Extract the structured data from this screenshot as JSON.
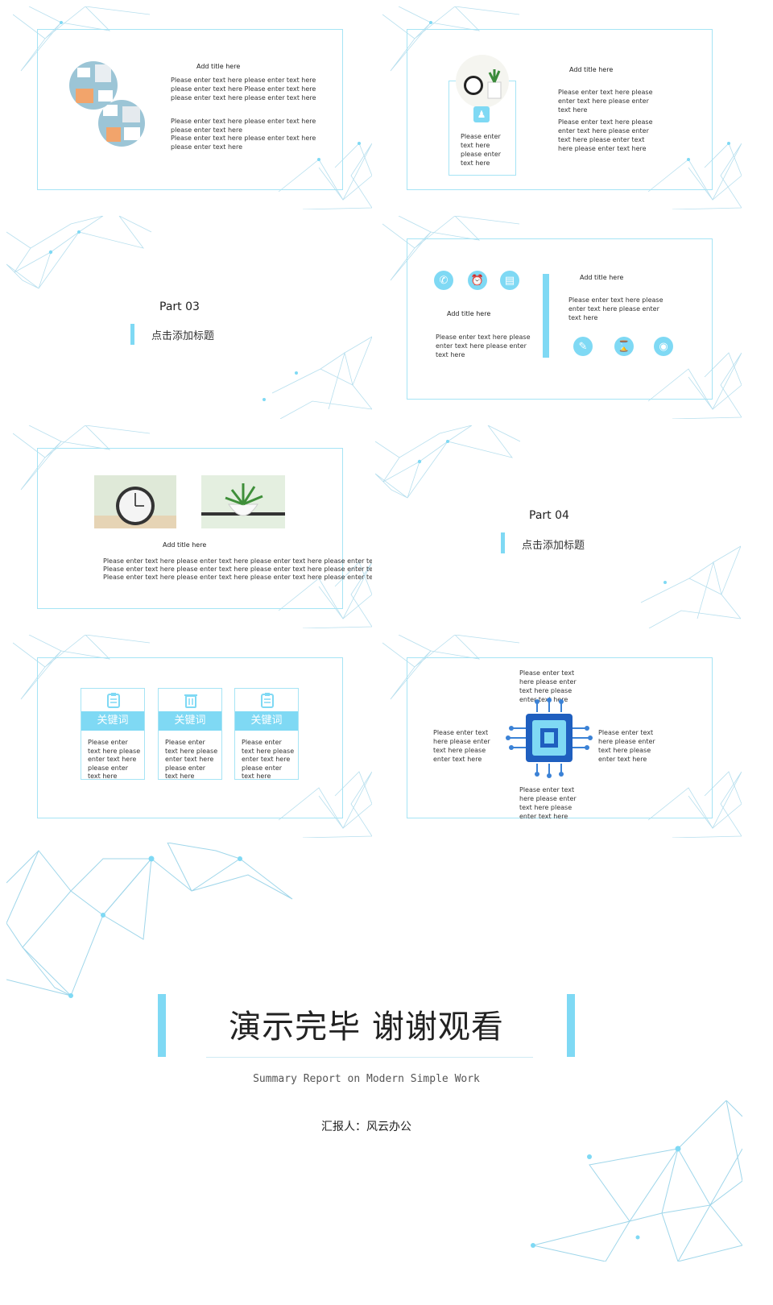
{
  "slide1": {
    "title": "Add  title  here",
    "para1": "Please enter text here please enter text here please enter text here Please enter text here please enter text here please enter text here",
    "para2": "Please enter text here please enter text here please enter text here",
    "para3": "Please enter text here please enter text here please enter text here"
  },
  "slide2": {
    "title": "Add  title  here",
    "card_text": "Please enter text here please enter text here",
    "para1": "Please enter text here please enter text here please enter text here",
    "para2": "Please enter text here please enter text here please enter text here please enter text here please enter text here"
  },
  "slide3": {
    "part": "Part 03",
    "subtitle": "点击添加标题"
  },
  "slide4": {
    "left_title": "Add  title  here",
    "left_text": "Please enter text here please enter text here please enter text here",
    "right_title": "Add  title  here",
    "right_text": "Please enter text here please enter text here please enter text here",
    "top_icons": [
      "whatsapp-icon",
      "alarm-icon",
      "document-icon"
    ],
    "bottom_icons": [
      "pencil-icon",
      "hourglass-icon",
      "unlock-icon"
    ]
  },
  "slide5": {
    "title": "Add  title  here",
    "lines": [
      "Please enter text here please enter text here please enter text here please enter text here",
      "Please enter text here please enter text here please enter text here please enter text here",
      "Please enter text here please enter text here please enter text here please enter text here"
    ]
  },
  "slide6": {
    "part": "Part 04",
    "subtitle": "点击添加标题"
  },
  "slide7": {
    "cards": [
      {
        "label": "关键词",
        "text": "Please enter text here please enter text here please enter text here",
        "icon": "clipboard-icon"
      },
      {
        "label": "关键词",
        "text": "Please enter text here please enter text here please enter text here",
        "icon": "trash-icon"
      },
      {
        "label": "关键词",
        "text": "Please enter text here please enter text here please enter text here",
        "icon": "clipboard-icon"
      }
    ]
  },
  "slide8": {
    "top": "Please enter text here please enter text here please enter text here",
    "left": "Please enter text here please enter text here please enter text here",
    "right": "Please enter text here please enter text here please enter text here",
    "bottom": "Please enter text here please enter text here please enter text here"
  },
  "final": {
    "headline": "演示完毕  谢谢观看",
    "subtitle": "Summary Report on Modern Simple Work",
    "reporter": "汇报人：风云办公"
  },
  "colors": {
    "accent": "#7fd9f4",
    "frame": "#a6e4f5",
    "chip": "#1f5fbf"
  }
}
